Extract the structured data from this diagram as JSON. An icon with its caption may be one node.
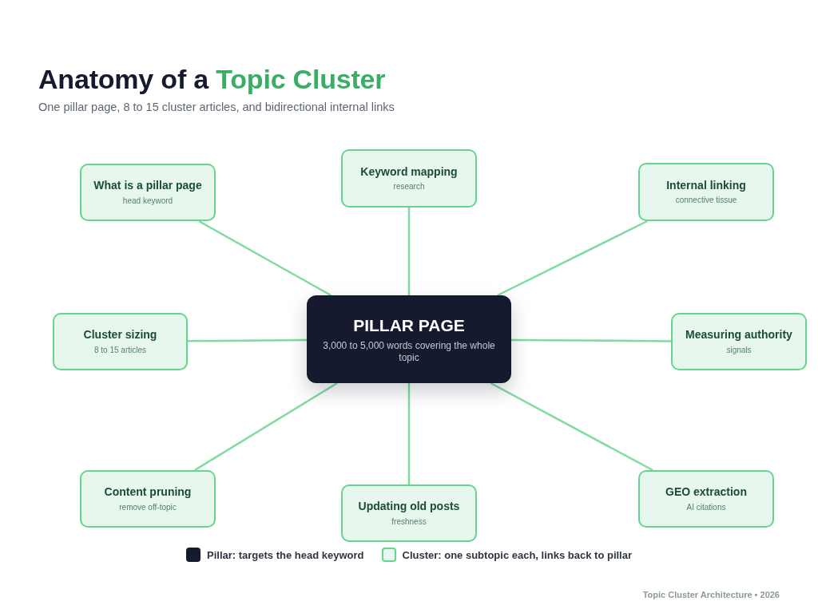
{
  "diagram": {
    "title": "Anatomy of a **Topic Cluster**",
    "nodes": [
      {
        "text": [
          "What is a pillar page",
          "head keyword"
        ]
      },
      {
        "text": [
          "Keyword mapping",
          "research"
        ]
      },
      {
        "text": [
          "Internal linking",
          "connective tissue"
        ]
      },
      {
        "text": [
          "Cluster sizing",
          "8 to 15 articles"
        ]
      },
      {
        "text": [
          "PILLAR PAGE",
          "3,000 to 5,000 words covering the whole topic"
        ]
      },
      {
        "text": [
          "Measuring authority",
          "signals"
        ]
      },
      {
        "text": [
          "Content pruning",
          "remove off-topic"
        ]
      },
      {
        "text": [
          "Updating old posts",
          "freshness"
        ]
      },
      {
        "text": [
          "GEO extraction",
          "AI citations"
        ]
      }
    ],
    "edges": [
      {
        "from": 4,
        "to": 0,
        "arrow": "none"
      },
      {
        "from": 4,
        "to": 1,
        "arrow": "none"
      },
      {
        "from": 4,
        "to": 2,
        "arrow": "none"
      },
      {
        "from": 4,
        "to": 3,
        "arrow": "none"
      },
      {
        "from": 4,
        "to": 5,
        "arrow": "none"
      },
      {
        "from": 4,
        "to": 6,
        "arrow": "none"
      },
      {
        "from": 4,
        "to": 7,
        "arrow": "none"
      },
      {
        "from": 4,
        "to": 8,
        "arrow": "none"
      }
    ],
    "labels": [
      "One pillar page, 8 to 15 cluster articles, and bidirectional internal links",
      "Topic Cluster Architecture • 2026"
    ],
    "legend": [
      {
        "text": "Pillar: targets the head keyword",
        "color": "#161a2f"
      },
      {
        "text": "Cluster: one subtopic each, links back to pillar",
        "color": "#e8f7ee"
      }
    ]
  }
}
